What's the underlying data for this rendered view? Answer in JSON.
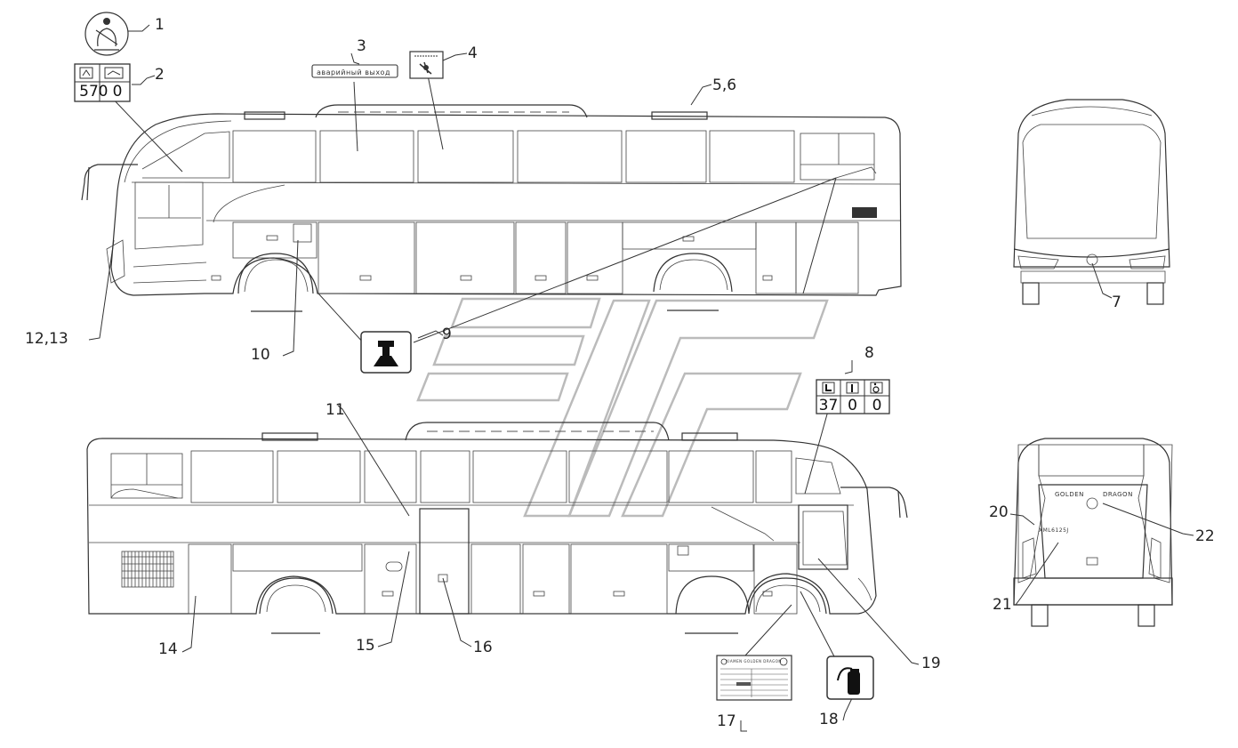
{
  "callouts": [
    {
      "id": "c1",
      "text": "1"
    },
    {
      "id": "c2",
      "text": "2"
    },
    {
      "id": "c3",
      "text": "3"
    },
    {
      "id": "c4",
      "text": "4"
    },
    {
      "id": "c56",
      "text": "5,6"
    },
    {
      "id": "c7",
      "text": "7"
    },
    {
      "id": "c8",
      "text": "8"
    },
    {
      "id": "c9",
      "text": "9"
    },
    {
      "id": "c10",
      "text": "10"
    },
    {
      "id": "c11",
      "text": "11"
    },
    {
      "id": "c1213",
      "text": "12,13"
    },
    {
      "id": "c14",
      "text": "14"
    },
    {
      "id": "c15",
      "text": "15"
    },
    {
      "id": "c16",
      "text": "16"
    },
    {
      "id": "c17",
      "text": "17"
    },
    {
      "id": "c18",
      "text": "18"
    },
    {
      "id": "c19",
      "text": "19"
    },
    {
      "id": "c20",
      "text": "20"
    },
    {
      "id": "c21",
      "text": "21"
    },
    {
      "id": "c22",
      "text": "22"
    }
  ],
  "capacity_sign_front": {
    "seats": "57",
    "standing": "0",
    "wheelchair": "0"
  },
  "capacity_sign_side": {
    "seats": "37",
    "standing": "0",
    "wheelchair": "0"
  },
  "emergency_exit_sign": {
    "text": "аварийный выход"
  },
  "rear_brand": {
    "left": "GOLDEN",
    "right": "DRAGON"
  },
  "rear_model": {
    "text": "XML6125J"
  },
  "plate_header": {
    "text": "XIAMEN GOLDEN DRAGON"
  },
  "icons": [
    "seat-belt-icon",
    "jack-icon",
    "fire-extinguisher-icon",
    "seat-icon",
    "standing-icon",
    "wheelchair-icon",
    "no-smoking-icon"
  ],
  "colors": {
    "line": "#333333",
    "watermark": "#c8c8c8"
  }
}
